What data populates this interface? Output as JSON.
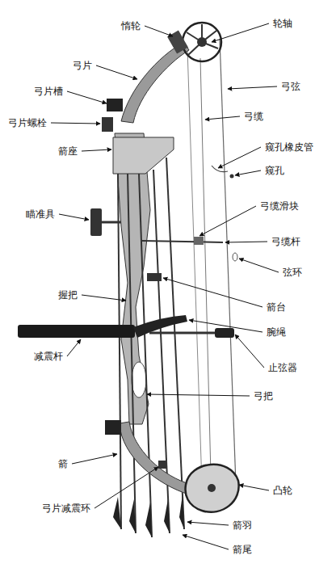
{
  "diagram": {
    "labels": [
      "惰轮",
      "轮轴",
      "弓片",
      "弓弦",
      "弓片槽",
      "弓缆",
      "弓片螺栓",
      "窥孔橡皮管",
      "箭座",
      "窥孔",
      "瞄准具",
      "弓缆滑块",
      "弓缆杆",
      "弦环",
      "握把",
      "箭台",
      "腕绳",
      "减震杆",
      "止弦器",
      "弓把",
      "箭",
      "弓片减震环",
      "凸轮",
      "箭羽",
      "箭尾"
    ]
  }
}
